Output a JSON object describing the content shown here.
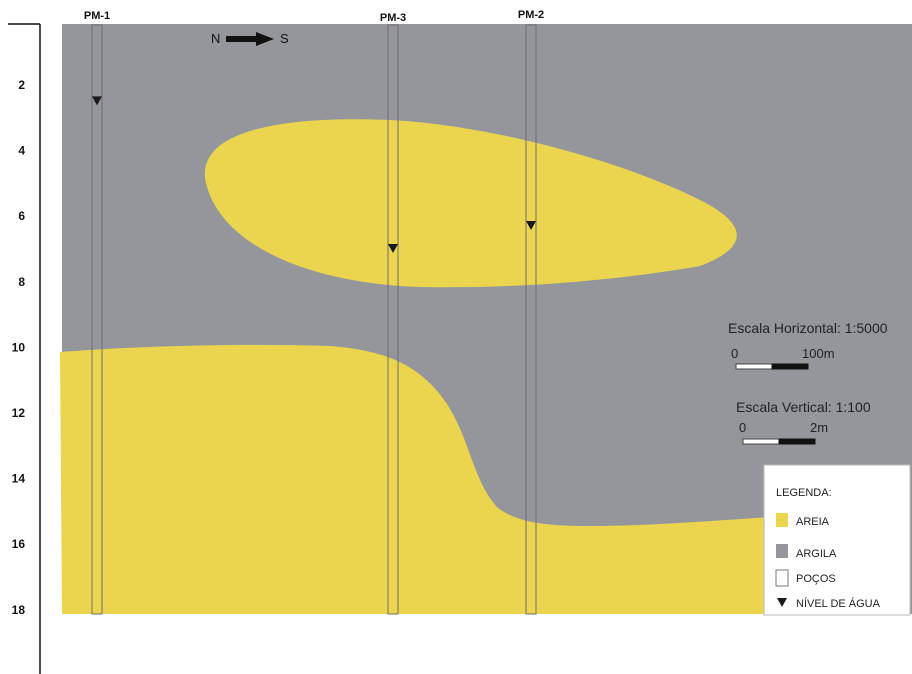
{
  "wells": [
    {
      "label": "PM-1",
      "water_level_depth": 2.5
    },
    {
      "label": "PM-3",
      "water_level_depth": 7.0
    },
    {
      "label": "PM-2",
      "water_level_depth": 6.3
    }
  ],
  "depth_axis": {
    "ticks": [
      "2",
      "4",
      "6",
      "8",
      "10",
      "12",
      "14",
      "16",
      "18"
    ]
  },
  "orientation": {
    "left": "N",
    "right": "S"
  },
  "scales": {
    "horizontal": {
      "title": "Escala Horizontal: 1:5000",
      "start": "0",
      "end": "100m"
    },
    "vertical": {
      "title": "Escala Vertical: 1:100",
      "start": "0",
      "end": "2m"
    }
  },
  "legend": {
    "title": "LEGENDA:",
    "items": [
      {
        "label": "AREIA",
        "swatch": "sand"
      },
      {
        "label": "ARGILA",
        "swatch": "clay"
      },
      {
        "label": "POÇOS",
        "swatch": "well"
      },
      {
        "label": "NÍVEL DE ÁGUA",
        "swatch": "water-level-marker"
      }
    ]
  },
  "colors": {
    "sand": "#EBD54E",
    "clay": "#94969C",
    "well_outline": "#6f6f6f",
    "marker": "#1a1a1a"
  }
}
